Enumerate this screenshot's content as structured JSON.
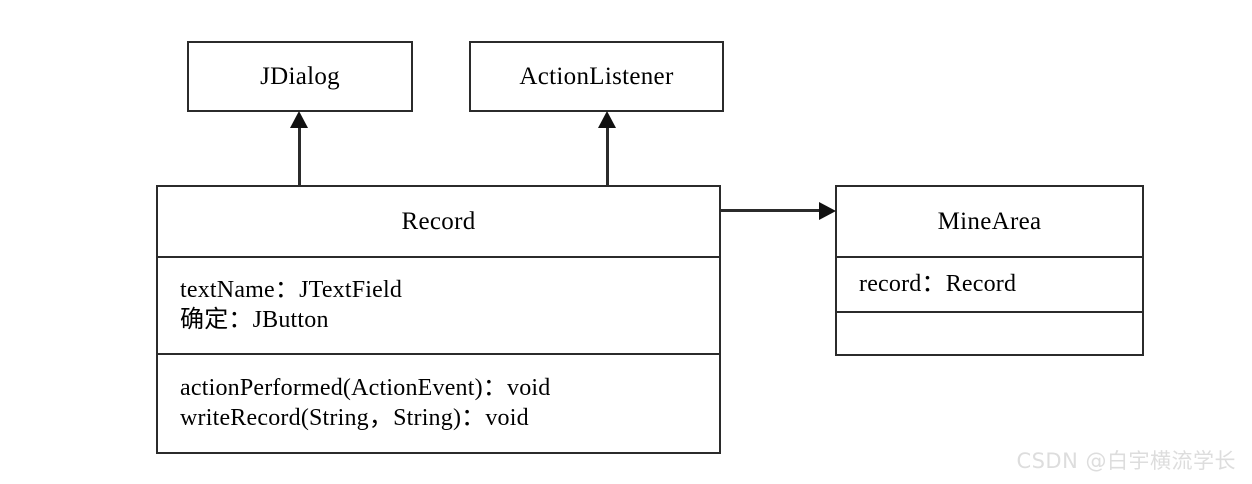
{
  "diagram": {
    "type": "uml-class-diagram",
    "background_color": "#ffffff",
    "stroke_color": "#2b2b2b",
    "classes": [
      {
        "id": "jdialog",
        "name": "JDialog",
        "attributes": [],
        "methods": []
      },
      {
        "id": "actionlistener",
        "name": "ActionListener",
        "attributes": [],
        "methods": []
      },
      {
        "id": "record",
        "name": "Record",
        "attributes": [
          "textName：JTextField",
          "确定：JButton"
        ],
        "methods": [
          "actionPerformed(ActionEvent)：void",
          "writeRecord(String，String)：void"
        ]
      },
      {
        "id": "minearea",
        "name": "MineArea",
        "attributes": [
          "record：Record"
        ],
        "methods": []
      }
    ],
    "connections": [
      {
        "id": "record-to-jdialog",
        "from": "Record",
        "to": "JDialog",
        "kind": "generalization",
        "direction": "up"
      },
      {
        "id": "record-to-actionlistener",
        "from": "Record",
        "to": "ActionListener",
        "kind": "realization",
        "direction": "up"
      },
      {
        "id": "record-to-minearea",
        "from": "Record",
        "to": "MineArea",
        "kind": "association",
        "direction": "right"
      }
    ]
  },
  "watermark": {
    "text": "CSDN @白宇横流学长",
    "color": "#dddddd"
  }
}
